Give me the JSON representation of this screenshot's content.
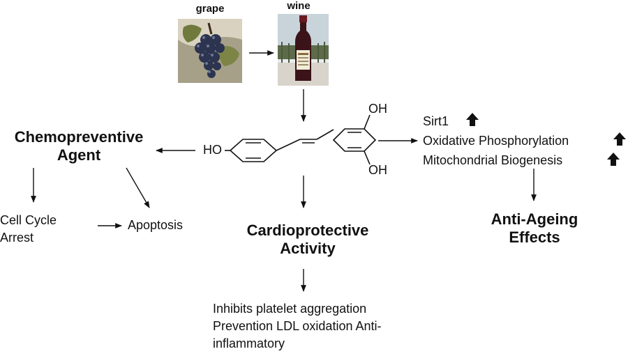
{
  "images": {
    "grape": {
      "caption": "grape"
    },
    "wine": {
      "caption": "wine"
    }
  },
  "molecule": {
    "oh_top": "OH",
    "oh_bottom": "OH",
    "ho_left": "HO"
  },
  "chemopreventive": {
    "title_line1": "Chemopreventive",
    "title_line2": "Agent",
    "cell_cycle_line1": "Cell Cycle",
    "cell_cycle_line2": "Arrest",
    "apoptosis": "Apoptosis"
  },
  "cardioprotective": {
    "title_line1": "Cardioprotective",
    "title_line2": "Activity",
    "effects_line1": "Inhibits platelet aggregation",
    "effects_line2": "Prevention LDL oxidation Anti-",
    "effects_line3": "inflammatory"
  },
  "anti_ageing": {
    "items": [
      "Sirt1",
      "Oxidative Phosphorylation",
      "Mitochondrial Biogenesis"
    ],
    "up_icon": "up-arrow-icon",
    "title_line1": "Anti-Ageing",
    "title_line2": "Effects"
  }
}
